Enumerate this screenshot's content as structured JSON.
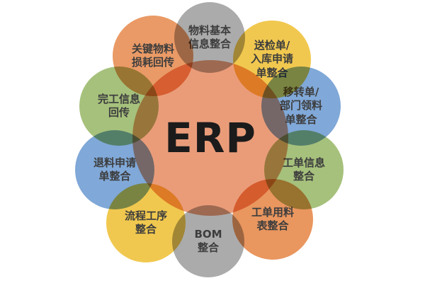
{
  "diagram": {
    "title": "ERP integration diagram",
    "text_color": "#3d3d3d",
    "center": {
      "label": "ERP",
      "color": "#ea9c79"
    },
    "nodes": [
      {
        "id": "material-basic-info",
        "label": "物料基本信息整合",
        "color": "#ababab"
      },
      {
        "id": "inspection-inbound-request",
        "label": "送检单/入库申请单整合",
        "color": "#f1c84f"
      },
      {
        "id": "transfer-dept-requisition",
        "label": "移转单/部门领料单整合",
        "color": "#80a8d8"
      },
      {
        "id": "work-order-info",
        "label": "工单信息整合",
        "color": "#a6c17c"
      },
      {
        "id": "work-order-material-list",
        "label": "工单用料表整合",
        "color": "#e9965f"
      },
      {
        "id": "bom-integration",
        "label": "BOM整合",
        "color": "#ababab"
      },
      {
        "id": "process-flow",
        "label": "流程工序整合",
        "color": "#f1c84f"
      },
      {
        "id": "material-return-request",
        "label": "退料申请单整合",
        "color": "#80a8d8"
      },
      {
        "id": "completion-info-feedback",
        "label": "完工信息回传",
        "color": "#a6c17c"
      },
      {
        "id": "key-material-loss-feedback",
        "label": "关键物料损耗回传",
        "color": "#ea9a66"
      }
    ]
  }
}
